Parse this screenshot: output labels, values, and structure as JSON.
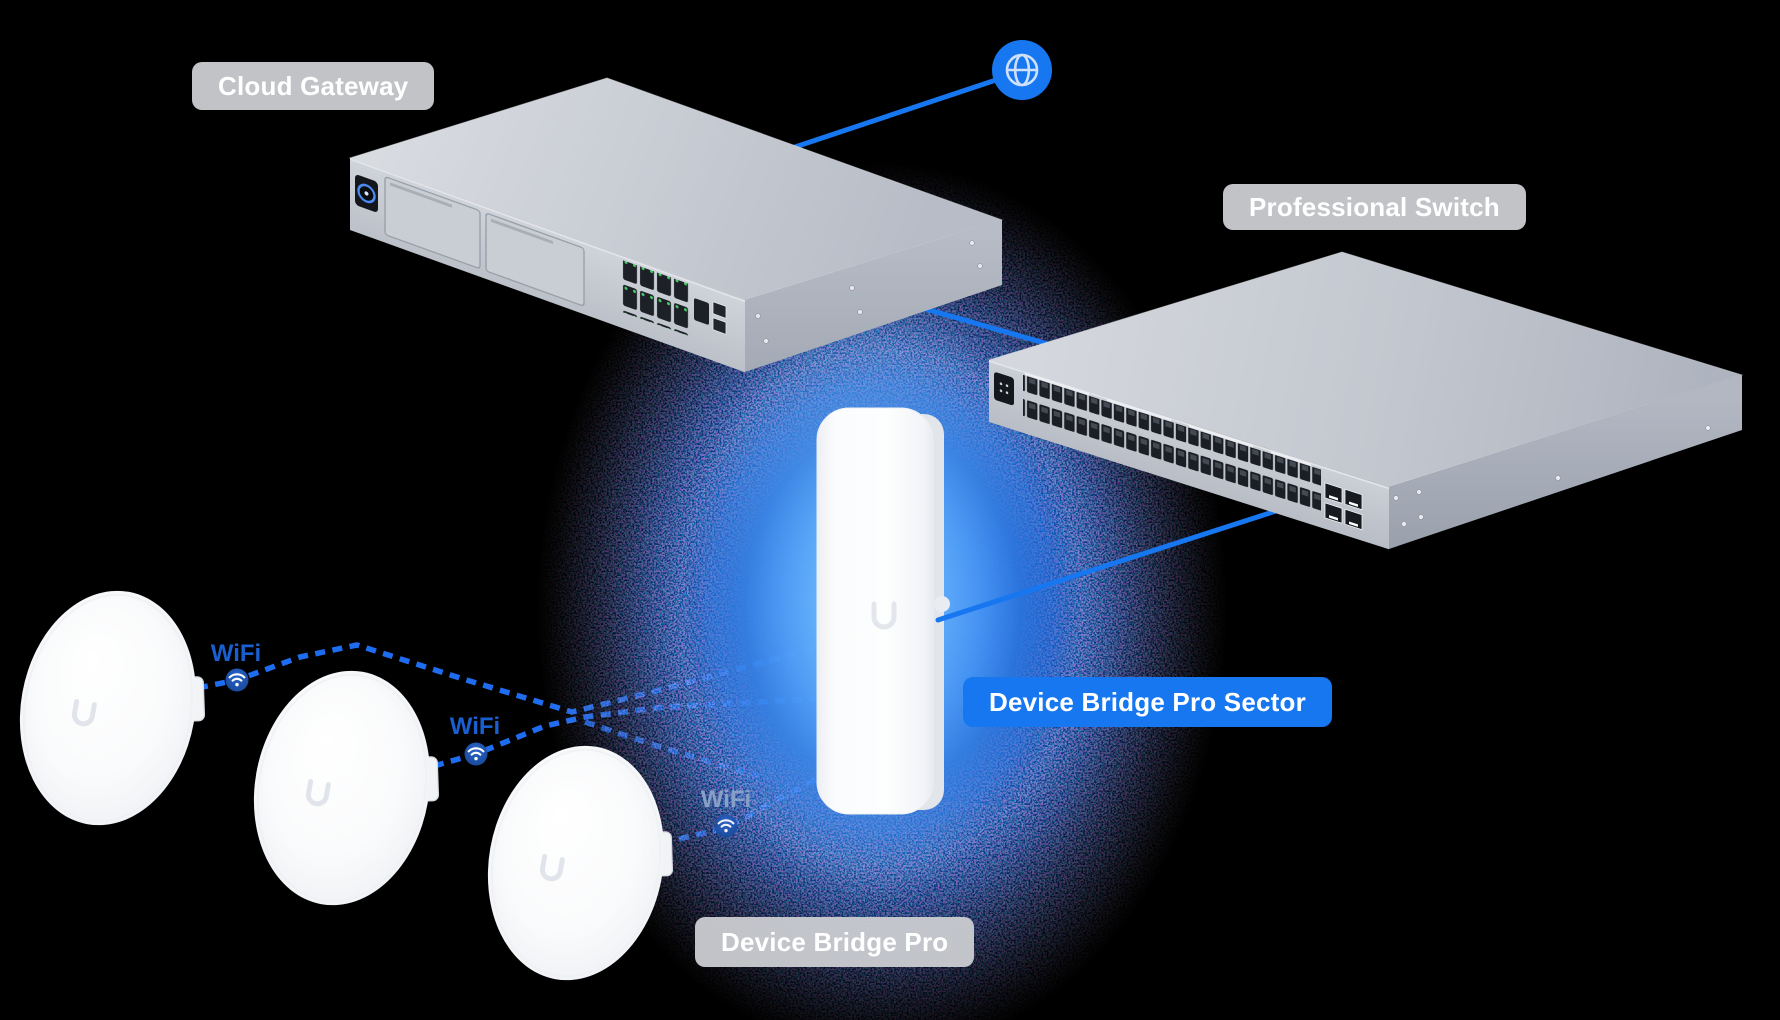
{
  "scene": {
    "background": "#000000",
    "description_labels_only": true
  },
  "palette": {
    "accent_blue": "#1677f0",
    "dashed_link_blue": "#1e6cf0",
    "glow_core_blue": "#3f8dff",
    "glow_mid_blue": "#1460dd",
    "label_gray": "#c9cbcf",
    "label_text": "#ffffff",
    "wifi_text_blue": "#1a5fd0",
    "wifi_badge_blue": "#1c4fa5",
    "device_silver": "#c6cad2",
    "port_dark": "#1b1e24",
    "led_green": "#45cf63"
  },
  "labels": {
    "cloud_gateway": "Cloud Gateway",
    "professional_switch": "Professional Switch",
    "device_bridge_pro_sector": "Device Bridge Pro Sector",
    "device_bridge_pro": "Device Bridge Pro",
    "wifi": "WiFi"
  },
  "icons": [
    {
      "name": "globe-icon",
      "meaning": "internet uplink"
    },
    {
      "name": "wifi-icon",
      "meaning": "wireless point-to-multipoint link"
    }
  ],
  "devices": [
    {
      "name": "cloud-gateway-device",
      "label": "Cloud Gateway"
    },
    {
      "name": "professional-switch-device",
      "label": "Professional Switch"
    },
    {
      "name": "device-bridge-pro-sector-device",
      "label": "Device Bridge Pro Sector"
    },
    {
      "name": "device-bridge-pro-dish-1",
      "label": "Device Bridge Pro"
    },
    {
      "name": "device-bridge-pro-dish-2",
      "label": "Device Bridge Pro"
    },
    {
      "name": "device-bridge-pro-dish-3",
      "label": "Device Bridge Pro"
    }
  ],
  "links": [
    {
      "name": "uplink-to-internet",
      "style": "solid"
    },
    {
      "name": "gateway-to-switch",
      "style": "solid"
    },
    {
      "name": "switch-to-sector",
      "style": "solid"
    },
    {
      "name": "dish1-to-sector",
      "style": "dashed",
      "via": "WiFi"
    },
    {
      "name": "dish2-to-sector",
      "style": "dashed",
      "via": "WiFi"
    },
    {
      "name": "dish3-to-sector",
      "style": "dashed",
      "via": "WiFi"
    }
  ]
}
